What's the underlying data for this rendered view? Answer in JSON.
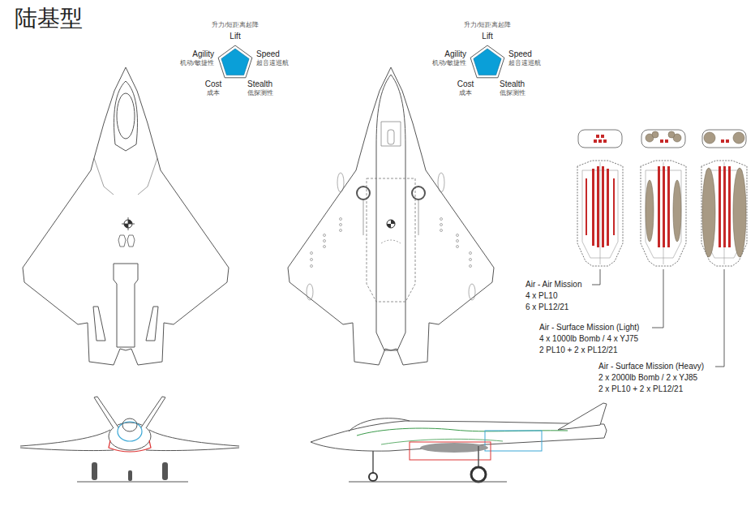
{
  "diagram": {
    "title": "陆基型",
    "labels": [
      "升力/短距离起降",
      "Lift",
      "Agility",
      "机动/敏捷性",
      "Speed",
      "超音速巡航",
      "Cost",
      "成本",
      "Stealth",
      "低探测性",
      "升力/短距离起降",
      "Lift",
      "Agility",
      "机动/敏捷性",
      "Speed",
      "超音速巡航",
      "Cost",
      "成本",
      "Stealth",
      "低探测性",
      "Air - Air Mission",
      "4 x PL10",
      "6 x PL12/21",
      "Air - Surface Mission (Light)",
      "4 x 1000lb Bomb / 4 x YJ75",
      "2 PL10 + 2 x PL12/21",
      "Air - Surface Mission (Heavy)",
      "2 x 2000lb Bomb / 2 x YJ85",
      "2 x PL10 + 2 x PL12/21"
    ]
  }
}
